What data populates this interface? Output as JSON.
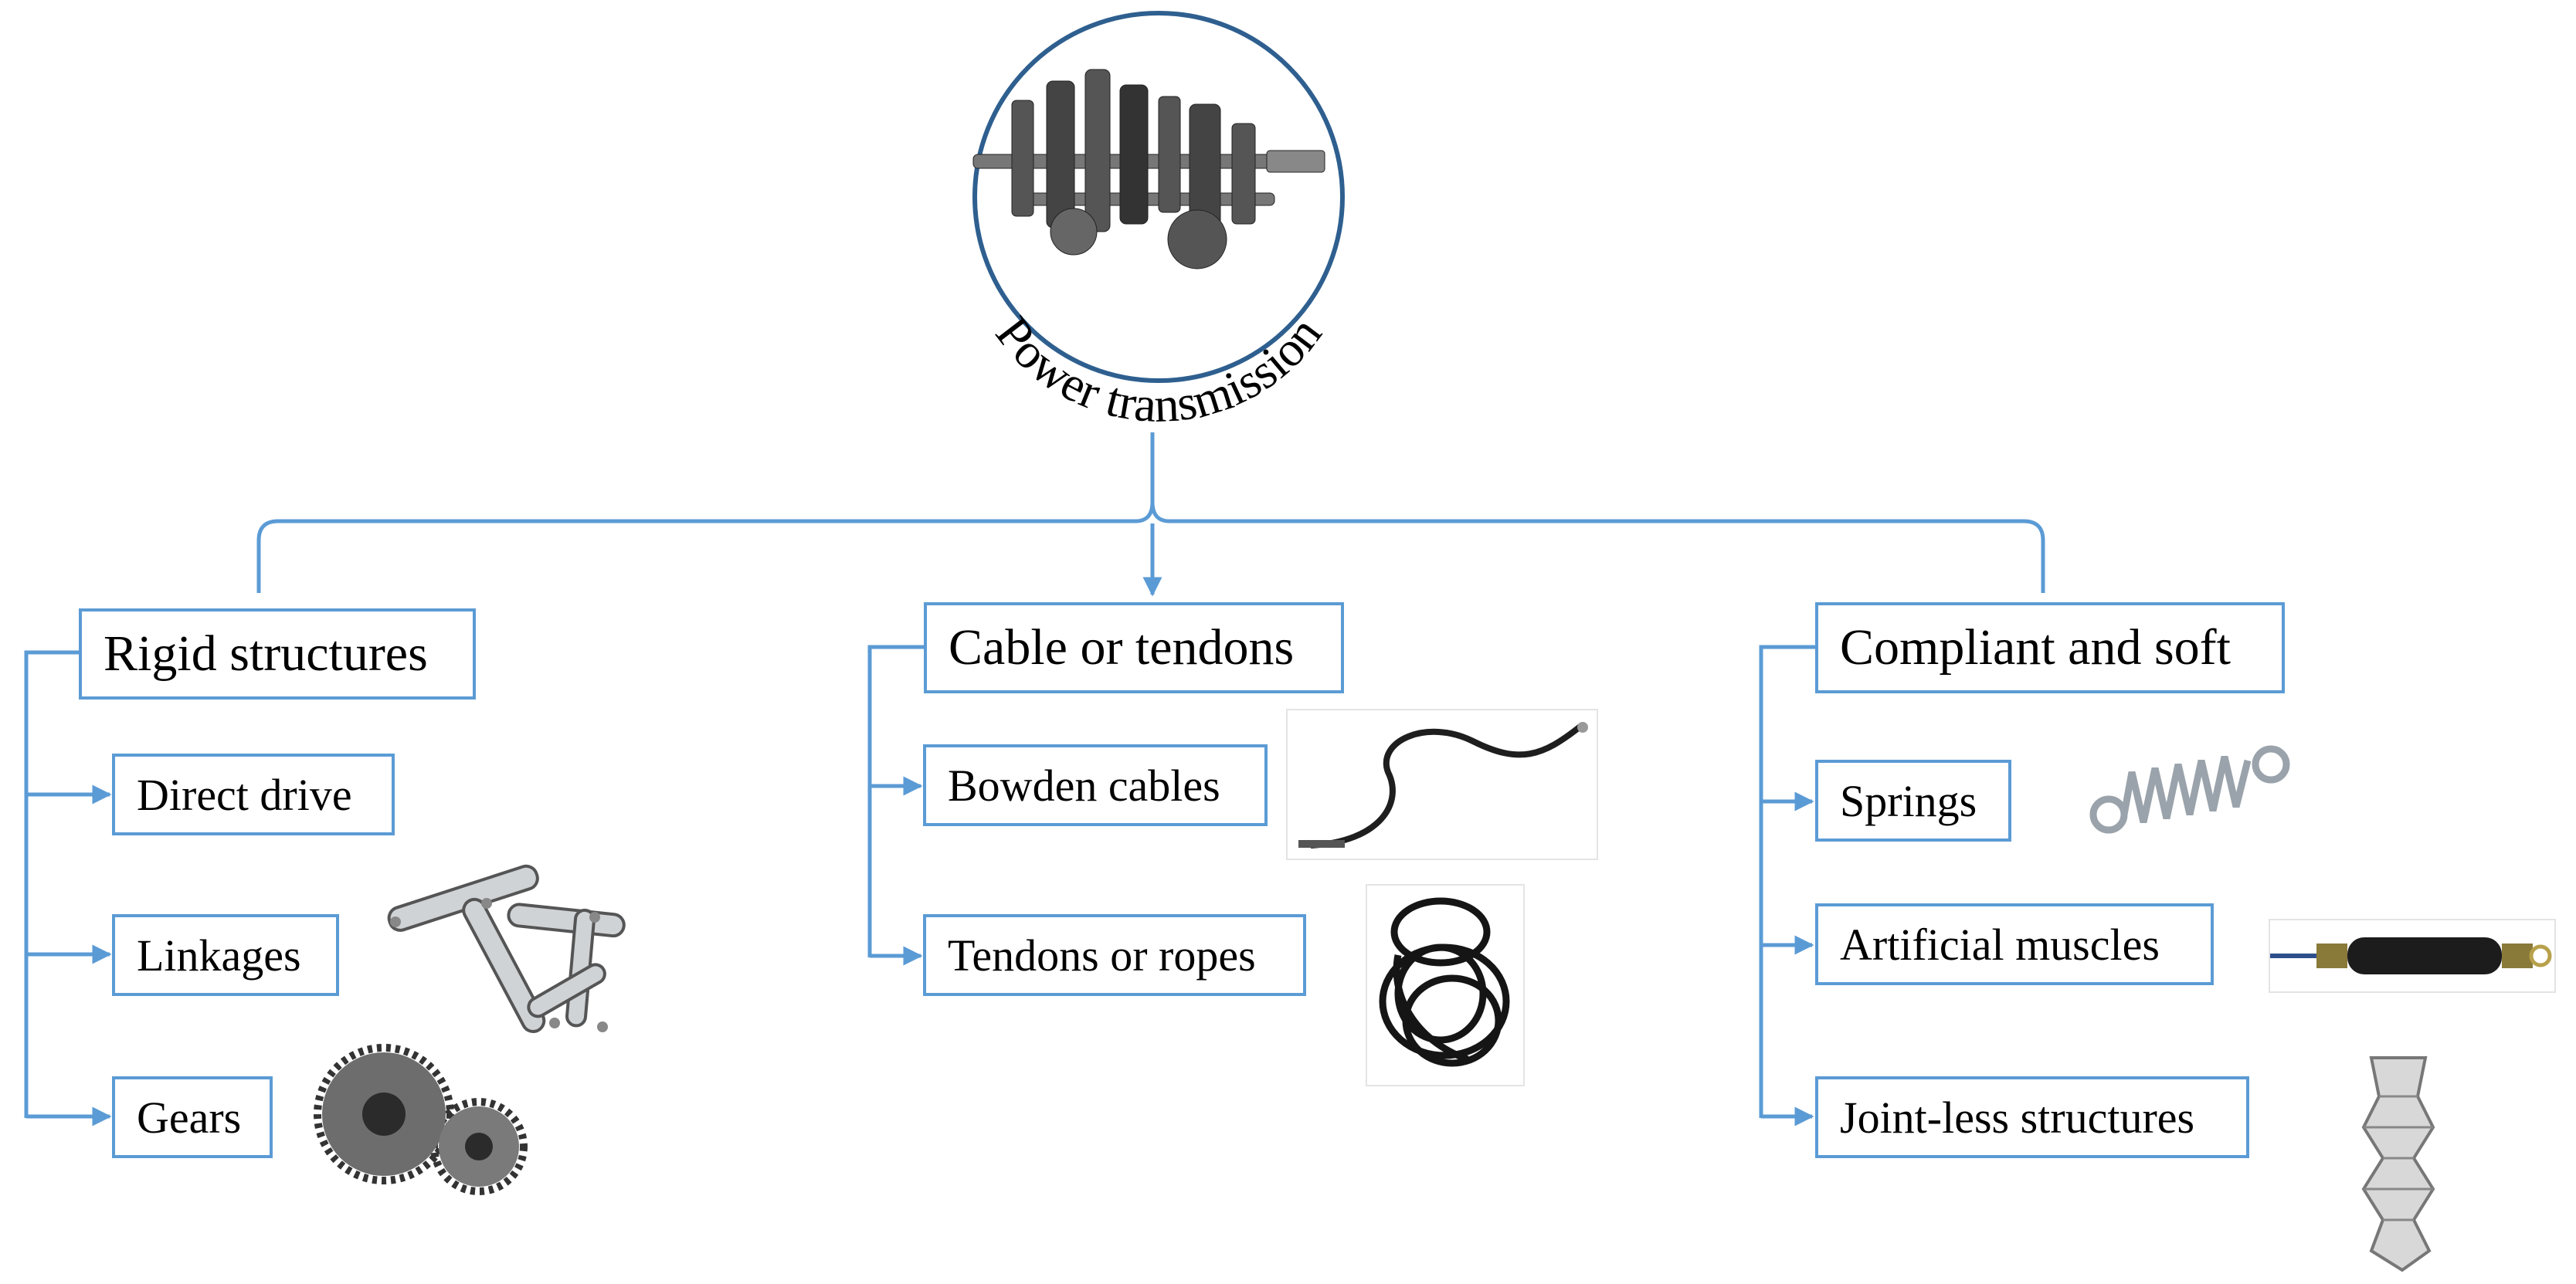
{
  "title": "Power transmission",
  "categories": [
    {
      "label": "Rigid structures",
      "items": [
        {
          "label": "Direct drive"
        },
        {
          "label": "Linkages",
          "picture": "linkage-icon"
        },
        {
          "label": "Gears",
          "picture": "gears-icon"
        }
      ]
    },
    {
      "label": "Cable or tendons",
      "items": [
        {
          "label": "Bowden cables",
          "picture": "bowden-cable-icon"
        },
        {
          "label": "Tendons or ropes",
          "picture": "rope-coil-icon"
        }
      ]
    },
    {
      "label": "Compliant and soft",
      "items": [
        {
          "label": "Springs",
          "picture": "spring-icon"
        },
        {
          "label": "Artificial muscles",
          "picture": "artificial-muscle-icon"
        },
        {
          "label": "Joint-less structures",
          "picture": "origami-structure-icon"
        }
      ]
    }
  ],
  "colors": {
    "connector": "#5b9bd5",
    "box_border": "#5b9bd5",
    "hub_ring": "#2e5f8f"
  }
}
